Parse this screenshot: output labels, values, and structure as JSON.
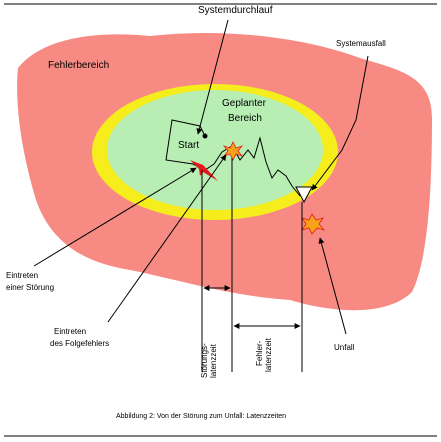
{
  "diagram": {
    "labels": {
      "systemdurchlauf": "Systemdurchlauf",
      "systemausfall": "Systemausfall",
      "fehlerbereich": "Fehlerbereich",
      "geplanter_line1": "Geplanter",
      "geplanter_line2": "Bereich",
      "start": "Start",
      "eintreten_stoerung_line1": "Eintreten",
      "eintreten_stoerung_line2": "einer Störung",
      "eintreten_folge_line1": "Eintreten",
      "eintreten_folge_line2": "des  Folgefehlers",
      "unfall": "Unfall",
      "stoerungs_latenz_line1": "Störungs-",
      "stoerungs_latenz_line2": "latenzzeit",
      "fehler_latenz_line1": "Fehler-",
      "fehler_latenz_line2": "latenzzeit"
    },
    "caption": "Abbildung 2: Von der Störung zum Unfall: Latenzzeiten",
    "colors": {
      "fehlerbereich": "#f78b84",
      "yellow_ring": "#f5ee1c",
      "geplanter_bereich": "#b8eeb4",
      "red_star": "#e41a1a",
      "orange_star": "#f7a21a"
    }
  }
}
